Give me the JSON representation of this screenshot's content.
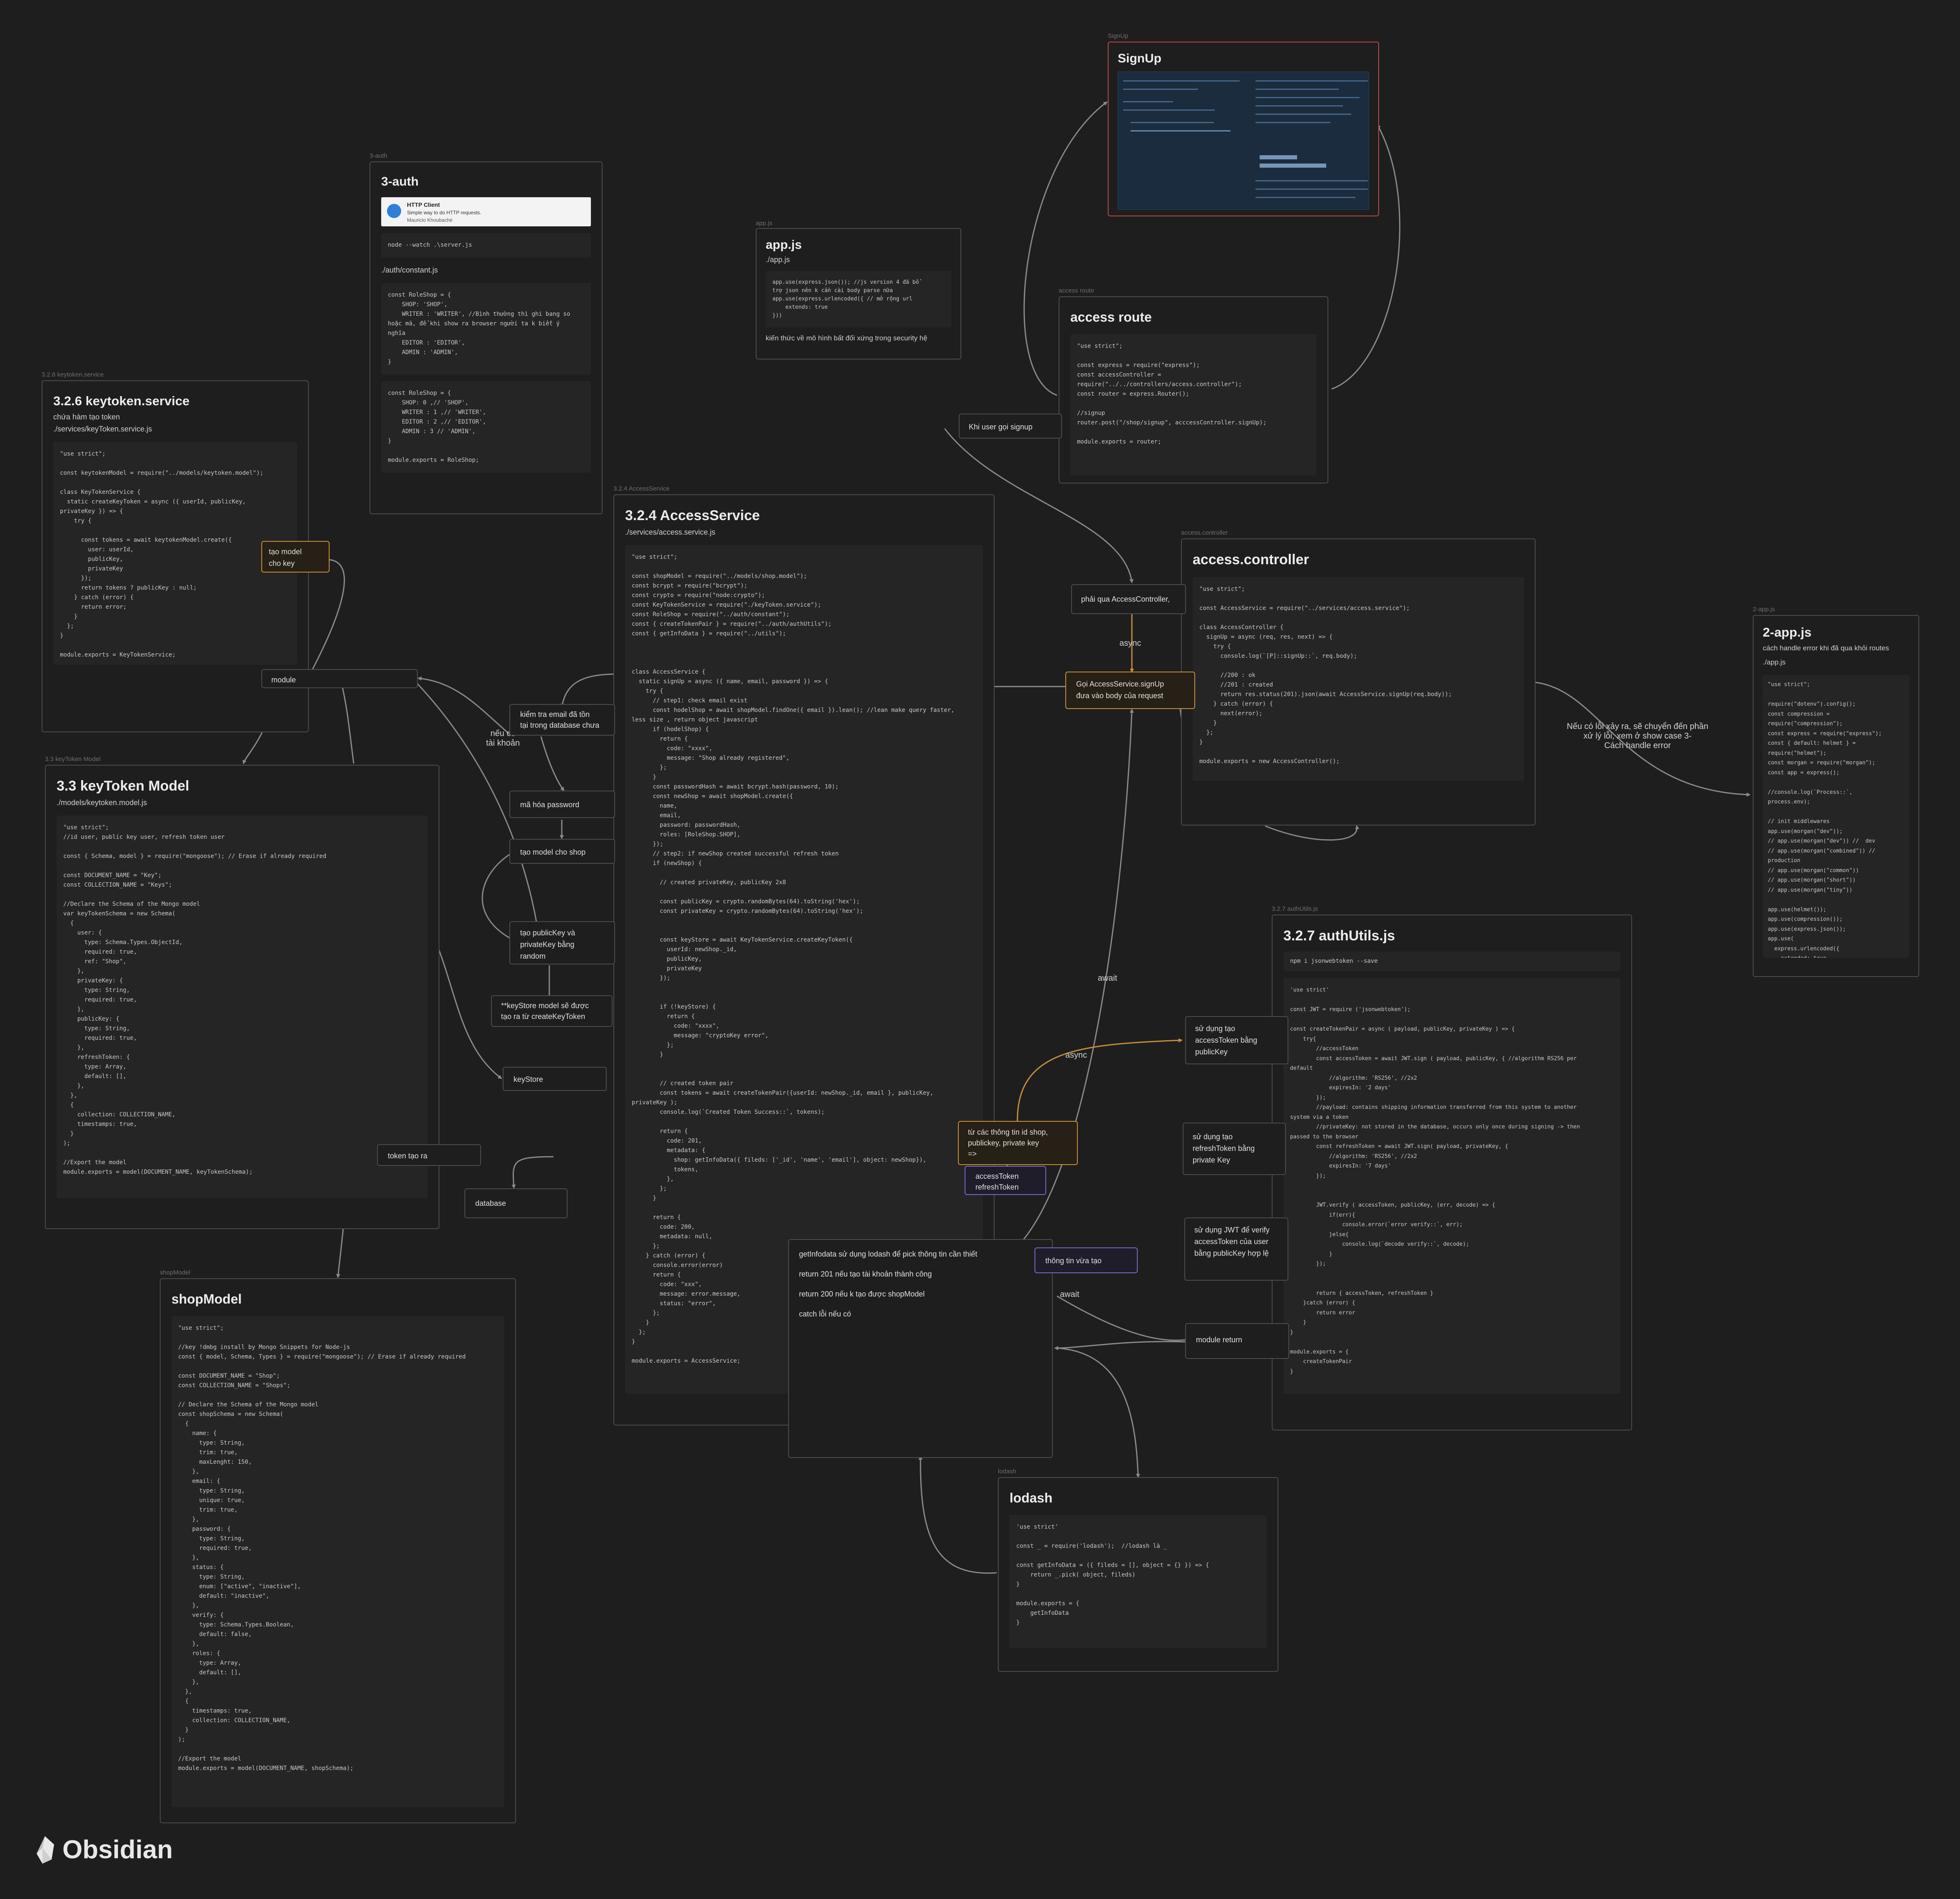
{
  "brand": {
    "name": "Obsidian"
  },
  "colors": {
    "background": "#1e1e1e",
    "edge": "#8a8a8a",
    "edge_orange": "#c88f3a",
    "signup_border": "#b84a4a",
    "highlight_purple": "#7a68c8"
  },
  "nodes": {
    "signup": {
      "label": "SignUp",
      "title": "SignUp"
    },
    "auth3": {
      "label": "3-auth",
      "title": "3-auth",
      "http_client": {
        "name": "HTTP Client",
        "desc": "Simple way to do HTTP requests.",
        "author": "Mauricio Khoubaché"
      },
      "cmd": "node --watch .\\server.js",
      "file": "./auth/constant.js",
      "code1": "const RoleShop = {\n    SHOP: 'SHOP',\n    WRITER : 'WRITER', //Bình thường thì ghi bang so\nhoặc mã, để khi show ra browser người ta k biết ý\nnghĩa\n    EDITOR : 'EDITOR',\n    ADMIN : 'ADMIN',\n}",
      "code2": "const RoleShop = {\n    SHOP: 0 ,// 'SHOP',\n    WRITER : 1 ,// 'WRITER',\n    EDITOR : 2 ,// 'EDITOR',\n    ADMIN : 3 // 'ADMIN',\n}\n\nmodule.exports = RoleShop;"
    },
    "appjs": {
      "label": "app.js",
      "title": "app.js",
      "file": "./app.js",
      "code": "app.use(express.json()); //js version 4 đã bổ\ntrợ json nên k cần cài body parse nữa\napp.use(express.urlencoded({ // mở rộng url\n    extends: true\n}))",
      "note": "kiến thức về mô hình bất đối xứng trong security hệ"
    },
    "route": {
      "label": "access route",
      "title": "access route",
      "code": "\"use strict\";\n\nconst express = require(\"express\");\nconst accessController =\nrequire(\"../../controllers/access.controller\");\nconst router = express.Router();\n\n//signup\nrouter.post(\"/shop/signup\", acccessController.signUp);\n\nmodule.exports = router;"
    },
    "keytoken_service": {
      "label": "3.2.6 keytoken.service",
      "title": "3.2.6 keytoken.service",
      "desc": "chứa hàm tạo token",
      "file": "./services/keyToken.service.js",
      "code": "\"use strict\";\n\nconst keytokenModel = require(\"../models/keytoken.model\");\n\nclass KeyTokenService {\n  static createKeyToken = async ({ userId, publicKey,\nprivateKey }) => {\n    try {\n\n      const tokens = await keytokenModel.create({\n        user: userId,\n        publicKey,\n        privateKey\n      });\n      return tokens ? publicKey : null;\n    } catch (error) {\n      return error;\n    }\n  };\n}\n\nmodule.exports = KeyTokenService;"
    },
    "keytoken_model": {
      "label": "3.3 keyToken Model",
      "title": "3.3 keyToken Model",
      "file": "./models/keytoken.model.js",
      "code": "\"use strict\";\n//id user, public key user, refresh token user\n\nconst { Schema, model } = require(\"mongoose\"); // Erase if already required\n\nconst DOCUMENT_NAME = \"Key\";\nconst COLLECTION_NAME = \"Keys\";\n\n//Declare the Schema of the Mongo model\nvar keyTokenSchema = new Schema(\n  {\n    user: {\n      type: Schema.Types.ObjectId,\n      required: true,\n      ref: \"Shop\",\n    },\n    privateKey: {\n      type: String,\n      required: true,\n    },\n    publicKey: {\n      type: String,\n      required: true,\n    },\n    refreshToken: {\n      type: Array,\n      default: [],\n    },\n  },\n  {\n    collection: COLLECTION_NAME,\n    timestamps: true,\n  }\n);\n\n//Export the model\nmodule.exports = model(DOCUMENT_NAME, keyTokenSchema);"
    },
    "shopmodel": {
      "label": "shopModel",
      "title": "shopModel",
      "code": "\"use strict\";\n\n//key !dmbg install by Mongo Snippets for Node-js\nconst { model, Schema, Types } = require(\"mongoose\"); // Erase if already required\n\nconst DOCUMENT_NAME = \"Shop\";\nconst COLLECTION_NAME = \"Shops\";\n\n// Declare the Schema of the Mongo model\nconst shopSchema = new Schema(\n  {\n    name: {\n      type: String,\n      trim: true,\n      maxLenght: 150,\n    },\n    email: {\n      type: String,\n      unique: true,\n      trim: true,\n    },\n    password: {\n      type: String,\n      required: true,\n    },\n    status: {\n      type: String,\n      enum: [\"active\", \"inactive\"],\n      default: \"inactive\",\n    },\n    verify: {\n      type: Schema.Types.Boolean,\n      default: false,\n    },\n    roles: {\n      type: Array,\n      default: [],\n    },\n  },\n  {\n    timestamps: true,\n    collection: COLLECTION_NAME,\n  }\n);\n\n//Export the model\nmodule.exports = model(DOCUMENT_NAME, shopSchema);"
    },
    "access_service": {
      "label": "3.2.4 AccessService",
      "title": "3.2.4 AccessService",
      "file": "./services/access.service.js",
      "code": "\"use strict\";\n\nconst shopModel = require(\"../models/shop.model\");\nconst bcrypt = require(\"bcrypt\");\nconst crypto = require(\"node:crypto\");\nconst KeyTokenService = require(\"./keyToken.service\");\nconst RoleShop = require(\"../auth/constant\");\nconst { createTokenPair } = require(\"../auth/authUtils\");\nconst { getInfoData } = require(\"../utils\");\n\n\n\nclass AccessService {\n  static signUp = async ({ name, email, password }) => {\n    try {\n      // step1: check email exist\n      const hodelShop = await shopModel.findOne({ email }).lean(); //lean make query faster,\nless size , return object javascript\n      if (hodelShop) {\n        return {\n          code: \"xxxx\",\n          message: \"Shop already registered\",\n        };\n      }\n      const passwordHash = await bcrypt.hash(password, 10);\n      const newShop = await shopModel.create({\n        name,\n        email,\n        password: passwordHash,\n        roles: [RoleShop.SHOP],\n      });\n      // step2: if newShop created successful refresh token\n      if (newShop) {\n\n        // created privateKey, publicKey 2x8\n\n        const publicKey = crypto.randomBytes(64).toString('hex');\n        const privateKey = crypto.randomBytes(64).toString('hex');\n\n\n        const keyStore = await KeyTokenService.createKeyToken({\n          userId: newShop._id,\n          publicKey,\n          privateKey\n        });\n\n\n        if (!keyStore) {\n          return {\n            code: \"xxxx\",\n            message: \"cryptoKey error\",\n          };\n        }\n\n\n        // created token pair\n        const tokens = await createTokenPair({userId: newShop._id, email }, publicKey,\nprivateKey );\n        console.log(`Created Token Success::`, tokens);\n\n        return {\n          code: 201,\n          metadata: {\n            shop: getInfoData({ fileds: ['_id', 'name', 'email'], object: newShop}),\n            tokens,\n          },\n        };\n      }\n\n      return {\n        code: 200,\n        metadata: null,\n      };\n    } catch (error) {\n      console.error(error)\n      return {\n        code: \"xxx\",\n        message: error.message,\n        status: \"error\",\n      };\n    }\n  };\n}\n\nmodule.exports = AccessService;"
    },
    "access_controller": {
      "label": "access.controller",
      "title": "access.controller",
      "code": "\"use strict\";\n\nconst AccessService = require(\"../services/access.service\");\n\nclass AccessController {\n  signUp = async (req, res, next) => {\n    try {\n      console.log(`[P]::signUp::`, req.body);\n\n      //200 : ok\n      //201 : created\n      return res.status(201).json(await AccessService.signUp(req.body));\n    } catch (error) {\n      next(error);\n    }\n  };\n}\n\nmodule.exports = new AccessController();"
    },
    "app2": {
      "label": "2-app.js",
      "title": "2-app.js",
      "desc": "cách handle error khi đã qua khỏi routes",
      "file": "./app.js",
      "code": "\"use strict\";\n\nrequire(\"dotenv\").config();\nconst compression =\nrequire(\"compression\");\nconst express = require(\"express\");\nconst { default: helmet } =\nrequire(\"helmet\");\nconst morgan = require(\"morgan\");\nconst app = express();\n\n//console.log(`Process::`,\nprocess.env);\n\n// init middlewares\napp.use(morgan(\"dev\"));\n// app.use(morgan(\"dev\")) //  dev\n// app.use(morgan(\"combined\")) //\nproduction\n// app.use(morgan(\"common\"))\n// app.use(morgan(\"short\"))\n// app.use(morgan(\"tiny\"))\n\napp.use(helmet());\napp.use(compression());\napp.use(express.json());\napp.use(\n  express.urlencoded({\n    extended: true,"
    },
    "authutils": {
      "label": "3.2.7 authUtils.js",
      "title": "3.2.7 authUtils.js",
      "cmd": "npm i jsonwebtoken --save",
      "code": "'use strict'\n\nconst JWT = require ('jsonwebtoken');\n\nconst createTokenPair = async ( payload, publicKey, privateKey ) => {\n    try{\n        //accessToken\n        const accessToken = await JWT.sign ( payload, publicKey, { //algorithm RS256 per\ndefault\n            //algorithm: 'RS256', //2x2\n            expiresIn: '2 days'\n        });\n        //payload: contains shipping information transferred from this system to another\nsystem via a token\n        //privateKey: not stored in the database, occurs only once during signing -> then\npassed to the browser\n        const refreshToken = await JWT.sign( payload, privateKey, {\n            //algorithm: 'RS256', //2x2\n            expiresIn: '7 days'\n        });\n\n\n        JWT.verify ( accessToken, publicKey, (err, decode) => {\n            if(err){\n                console.error(`error verify::`, err);\n            }else{\n                console.log(`decode verify::`, decode);\n            }\n        });\n\n\n        return { accessToken, refreshToken }\n    }catch (error) {\n        return error\n    }\n}\n\nmodule.exports = {\n    createTokenPair\n}"
    },
    "lodash": {
      "label": "lodash",
      "title": "lodash",
      "code": "'use strict'\n\nconst _ = require('lodash');  //lodash là _\n\nconst getInfoData = ({ fileds = [], object = {} }) => {\n    return _.pick( object, fileds)\n}\n\nmodule.exports = {\n    getInfoData\n}"
    },
    "getinfo_note": {
      "lines": [
        "getInfodata sử dụng lodash để pick thông tin cần thiết",
        "return 201 nếu tạo tài khoản thành công",
        "return 200 nếu k tạo được shopModel",
        "catch lỗi nếu có"
      ]
    }
  },
  "cards": {
    "tao_model_key": "tạo model\ncho key",
    "module": "module",
    "kiem_tra_email": "kiểm tra email đã tồn\ntại trong database chưa",
    "ma_hoa": "mã hóa password",
    "tao_model_shop": "tạo model cho shop",
    "tao_publickey": "tạo publicKey và\nprivateKey bằng\nrandom",
    "keystore_note": "**keyStore model sẽ được\ntạo ra từ createKeyToken",
    "keystore": "keyStore",
    "token_tao_ra": "token tạo ra",
    "database": "database",
    "khi_user": "Khi user gọi signup",
    "phai_qua": "phải qua AccessController,",
    "goi_signup": "Gọi AccessService.signUp\nđưa vào body của request",
    "tu_cac": "từ các thông tin id shop,\npublickey, private key\n=>",
    "access_refresh": "accessToken\nrefreshToken",
    "thong_tin": "thông tin vừa tạo",
    "su_dung_access": "sử dụng tạo\naccessToken bằng\npublicKey",
    "su_dung_refresh": "sử dụng tạo\nrefreshToken bằng\nprivate Key",
    "su_dung_jwt": "sử dụng JWT để verify\naccessToken của user\nbằng publicKey hợp lệ",
    "module_return": "module return"
  },
  "edge_labels": {
    "async1": "async",
    "async2": "async",
    "await1": "await",
    "await2": "await",
    "neu_co": "nếu có\ntài khoản",
    "neu_loi": "Nếu có lỗi xảy ra, sẽ chuyển đến phần\nxử lý lỗi, xem ở show case 3-\nCách handle error"
  }
}
